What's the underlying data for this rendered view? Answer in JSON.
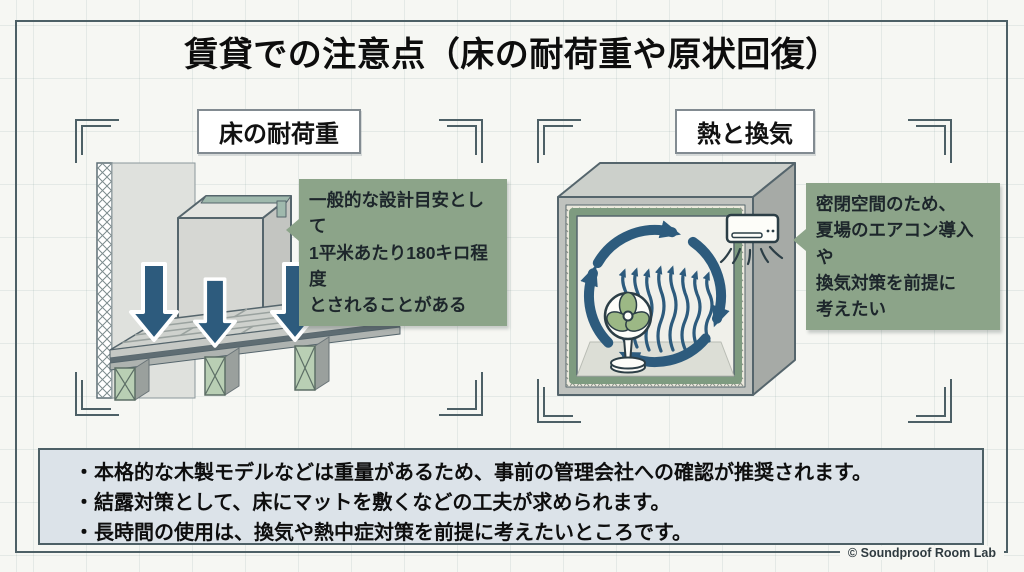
{
  "title": "賃貸での注意点（床の耐荷重や原状回復）",
  "panels": {
    "floor_load": {
      "label": "床の耐荷重",
      "callout": {
        "lines": [
          "一般的な設計目安として",
          "1平米あたり180キロ程度",
          "とされることがある"
        ]
      }
    },
    "ventilation": {
      "label": "熱と換気",
      "callout": {
        "lines": [
          "密閉空間のため、",
          "夏場のエアコン導入や",
          "換気対策を前提に",
          "考えたい"
        ]
      }
    }
  },
  "notes": {
    "items": [
      "・本格的な木製モデルなどは重量があるため、事前の管理会社への確認が推奨されます。",
      "・結露対策として、床にマットを敷くなどの工夫が求められます。",
      "・長時間の使用は、換気や熱中症対策を前提に考えたいところです。"
    ]
  },
  "footer": {
    "credit": "© Soundproof Room Lab"
  },
  "colors": {
    "frame": "#4d6066",
    "callout_green": "#8ca489",
    "arrow_blue": "#2d5b7d",
    "note_bg": "#dce3e9",
    "joist_green": "#b9cfb4"
  }
}
